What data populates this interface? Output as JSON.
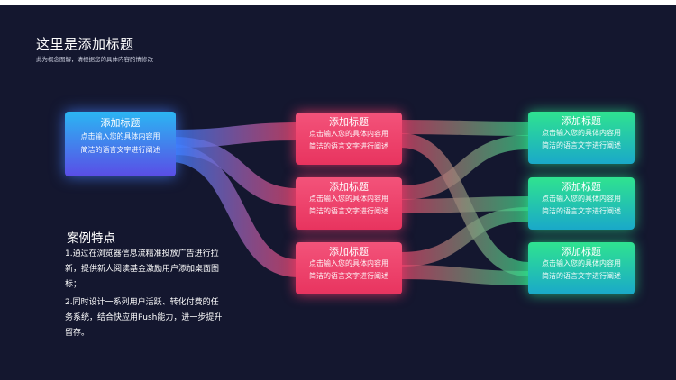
{
  "header": {
    "title": "这里是添加标题",
    "subtitle": "此为概念图解，请根据您的具体内容酌情修改"
  },
  "source_box": {
    "title": "添加标题",
    "line1": "点击输入您的具体内容用",
    "line2": "简洁的语言文字进行阐述"
  },
  "middle_boxes": [
    {
      "title": "添加标题",
      "line1": "点击输入您的具体内容用",
      "line2": "简洁的语言文字进行阐述"
    },
    {
      "title": "添加标题",
      "line1": "点击输入您的具体内容用",
      "line2": "简洁的语言文字进行阐述"
    },
    {
      "title": "添加标题",
      "line1": "点击输入您的具体内容用",
      "line2": "简洁的语言文字进行阐述"
    }
  ],
  "target_boxes": [
    {
      "title": "添加标题",
      "line1": "点击输入您的具体内容用",
      "line2": "简洁的语言文字进行阐述"
    },
    {
      "title": "添加标题",
      "line1": "点击输入您的具体内容用",
      "line2": "简洁的语言文字进行阐述"
    },
    {
      "title": "添加标题",
      "line1": "点击输入您的具体内容用",
      "line2": "简洁的语言文字进行阐述"
    }
  ],
  "case_study": {
    "heading": "案例特点",
    "point1": "1.通过在浏览器信息流精准投放广告进行拉新，提供新人阅读基金激励用户添加桌面图标；",
    "point2": "2.同时设计一系列用户活跃、转化付费的任务系统，结合快应用Push能力，进一步提升留存。"
  },
  "colors": {
    "background": "#14172f",
    "source_gradient": [
      "#2bb6f3",
      "#5a4de6"
    ],
    "middle_gradient": [
      "#f3537a",
      "#e8345f"
    ],
    "target_gradient": [
      "#2fe38f",
      "#1aa9c9"
    ]
  }
}
